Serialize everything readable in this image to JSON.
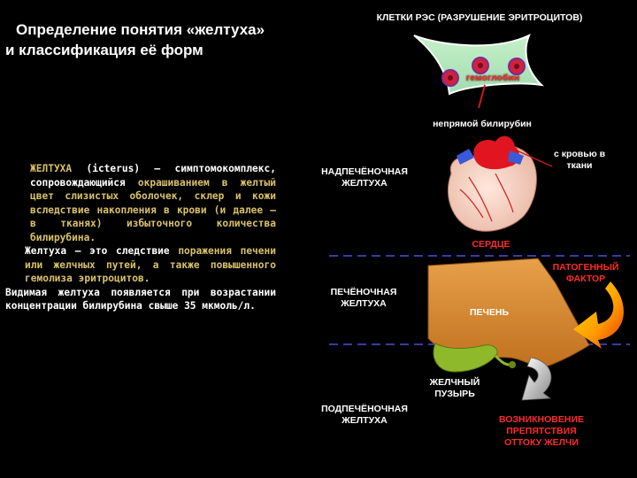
{
  "title": {
    "line1": "Определение понятия «желтуха»",
    "line2": "и классификация её форм"
  },
  "description": {
    "p1_term": "ЖЕЛТУХА",
    "p1_rest_a": " (icterus) – симптомоком­плекс, сопровождающийся ",
    "p1_hl1": "окрашива­нием в желтый цвет слизистых обо­лочек, склер и кожи вследствие на­копления в крови (и далее – в тканях) избыточного количества билирубина.",
    "p2_a": "Желтуха – это следствие ",
    "p2_hl": "поражения печени или желчных путей, а также повышенного гемолиза эритроцитов.",
    "p3": "Видимая желтуха появляется при воз­растании концентрации билирубина свыше 35 мкмоль/л."
  },
  "diagram": {
    "res_cells": "КЛЕТКИ РЭС (РАЗРУШЕНИЕ ЭРИТРОЦИТОВ)",
    "hemoglobin": "гемоглобин",
    "indirect_bilirubin": "непрямой билирубин",
    "blood_to_tissues": "с кровью в ткани",
    "prehepatic": "НАДПЕЧЁНОЧНАЯ ЖЕЛТУХА",
    "heart": "СЕРДЦЕ",
    "pathogenic_factor": "ПАТОГЕННЫЙ ФАКТОР",
    "hepatic": "ПЕЧЁНОЧНАЯ ЖЕЛТУХА",
    "liver": "ПЕЧЕНЬ",
    "gallbladder": "ЖЕЛЧНЫЙ ПУЗЫРЬ",
    "posthepatic": "ПОДПЕЧЁНОЧНАЯ ЖЕЛТУХА",
    "obstruction": "ВОЗНИКНОВЕНИЕ ПРЕПЯТСТВИЯ ОТТОКУ ЖЕЛЧИ"
  },
  "colors": {
    "background": "#000000",
    "label_red": "#ff2a2a",
    "highlight_text": "#d8c06a",
    "divider": "#3a3aa0",
    "liver": "#d98a2a",
    "gallbladder": "#8db92a"
  }
}
